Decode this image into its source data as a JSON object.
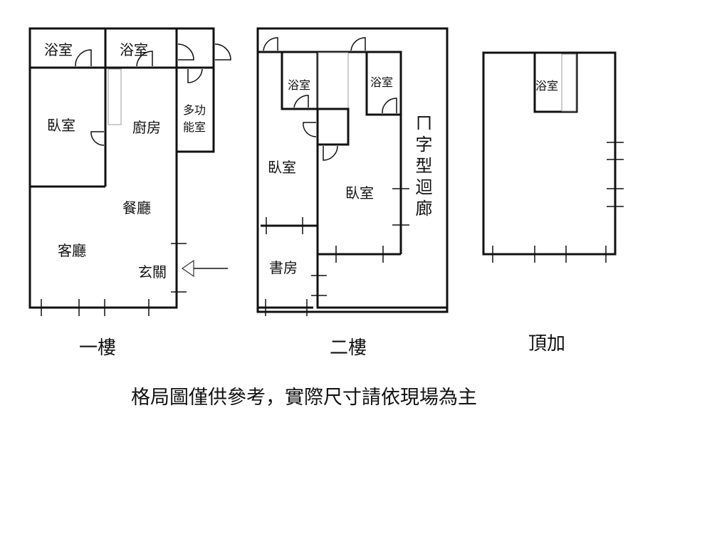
{
  "floor1": {
    "caption": "一樓",
    "rooms": {
      "bath1": "浴室",
      "bath2": "浴室",
      "bedroom": "臥室",
      "kitchen": "廚房",
      "multi": "多功\n能室",
      "dining": "餐廳",
      "living": "客廳",
      "entry": "玄關"
    }
  },
  "floor2": {
    "caption": "二樓",
    "rooms": {
      "bath1": "浴室",
      "bath2": "浴室",
      "bedroom1": "臥室",
      "bedroom2": "臥室",
      "study": "書房",
      "corridor": "ㄇ字型迴廊"
    }
  },
  "roof": {
    "caption": "頂加",
    "rooms": {
      "bath": "浴室"
    }
  },
  "note": "格局圖僅供參考，實際尺寸請依現場為主"
}
